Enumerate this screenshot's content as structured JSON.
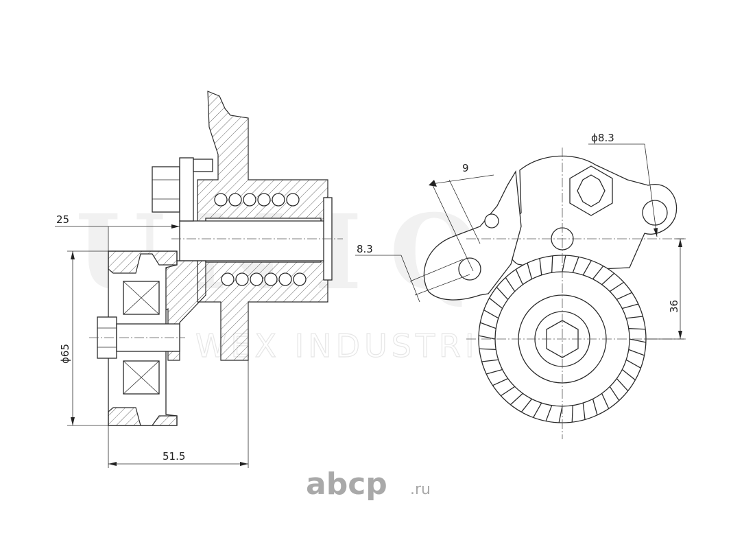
{
  "watermark": {
    "brand": "UNIQ",
    "tagline": "WEX INDUSTRIES"
  },
  "dimensions": {
    "shaft_offset": "25",
    "pulley_diameter": "ϕ65",
    "overall_width": "51.5",
    "arm_offset": "9",
    "hole_offset": "8.3",
    "hole_diameter": "ϕ8.3",
    "center_distance": "36"
  },
  "logo": {
    "name": "abcp",
    "domain": ".ru"
  }
}
